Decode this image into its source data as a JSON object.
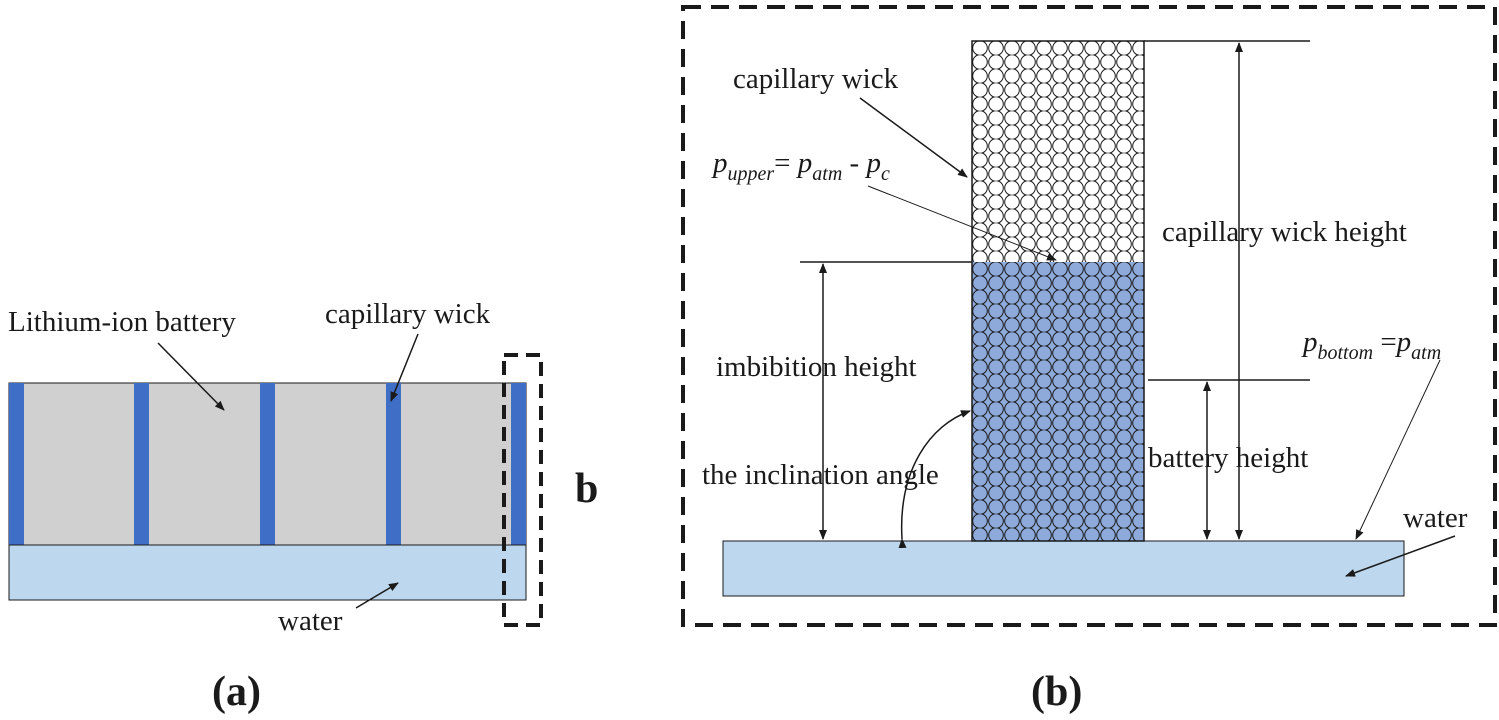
{
  "panel_a": {
    "battery_label": "Lithium-ion battery",
    "wick_label": "capillary wick",
    "water_label": "water",
    "marker": "b",
    "caption": "(a)"
  },
  "panel_b": {
    "wick_label": "capillary wick",
    "p_upper": {
      "p1": "p",
      "s1": "upper",
      "eq": "= ",
      "p2": "p",
      "s2": "atm",
      "minus": " - ",
      "p3": "p",
      "s3": "c"
    },
    "wick_height_label": "capillary wick height",
    "p_bottom": {
      "p1": "p",
      "s1": "bottom",
      "eq": " =",
      "p2": "p",
      "s2": "atm"
    },
    "imbibition_label": "imbibition height",
    "inclination_label": "the inclination angle",
    "battery_height_label": "battery height",
    "water_label": "water",
    "caption": "(b)"
  },
  "colors": {
    "battery": "#d0d0d0",
    "wick": "#3f6ec6",
    "water": "#bdd7ee",
    "wet_wick": "#8eaadb",
    "dry_wick": "#ffffff",
    "line": "#1a1a1a"
  }
}
